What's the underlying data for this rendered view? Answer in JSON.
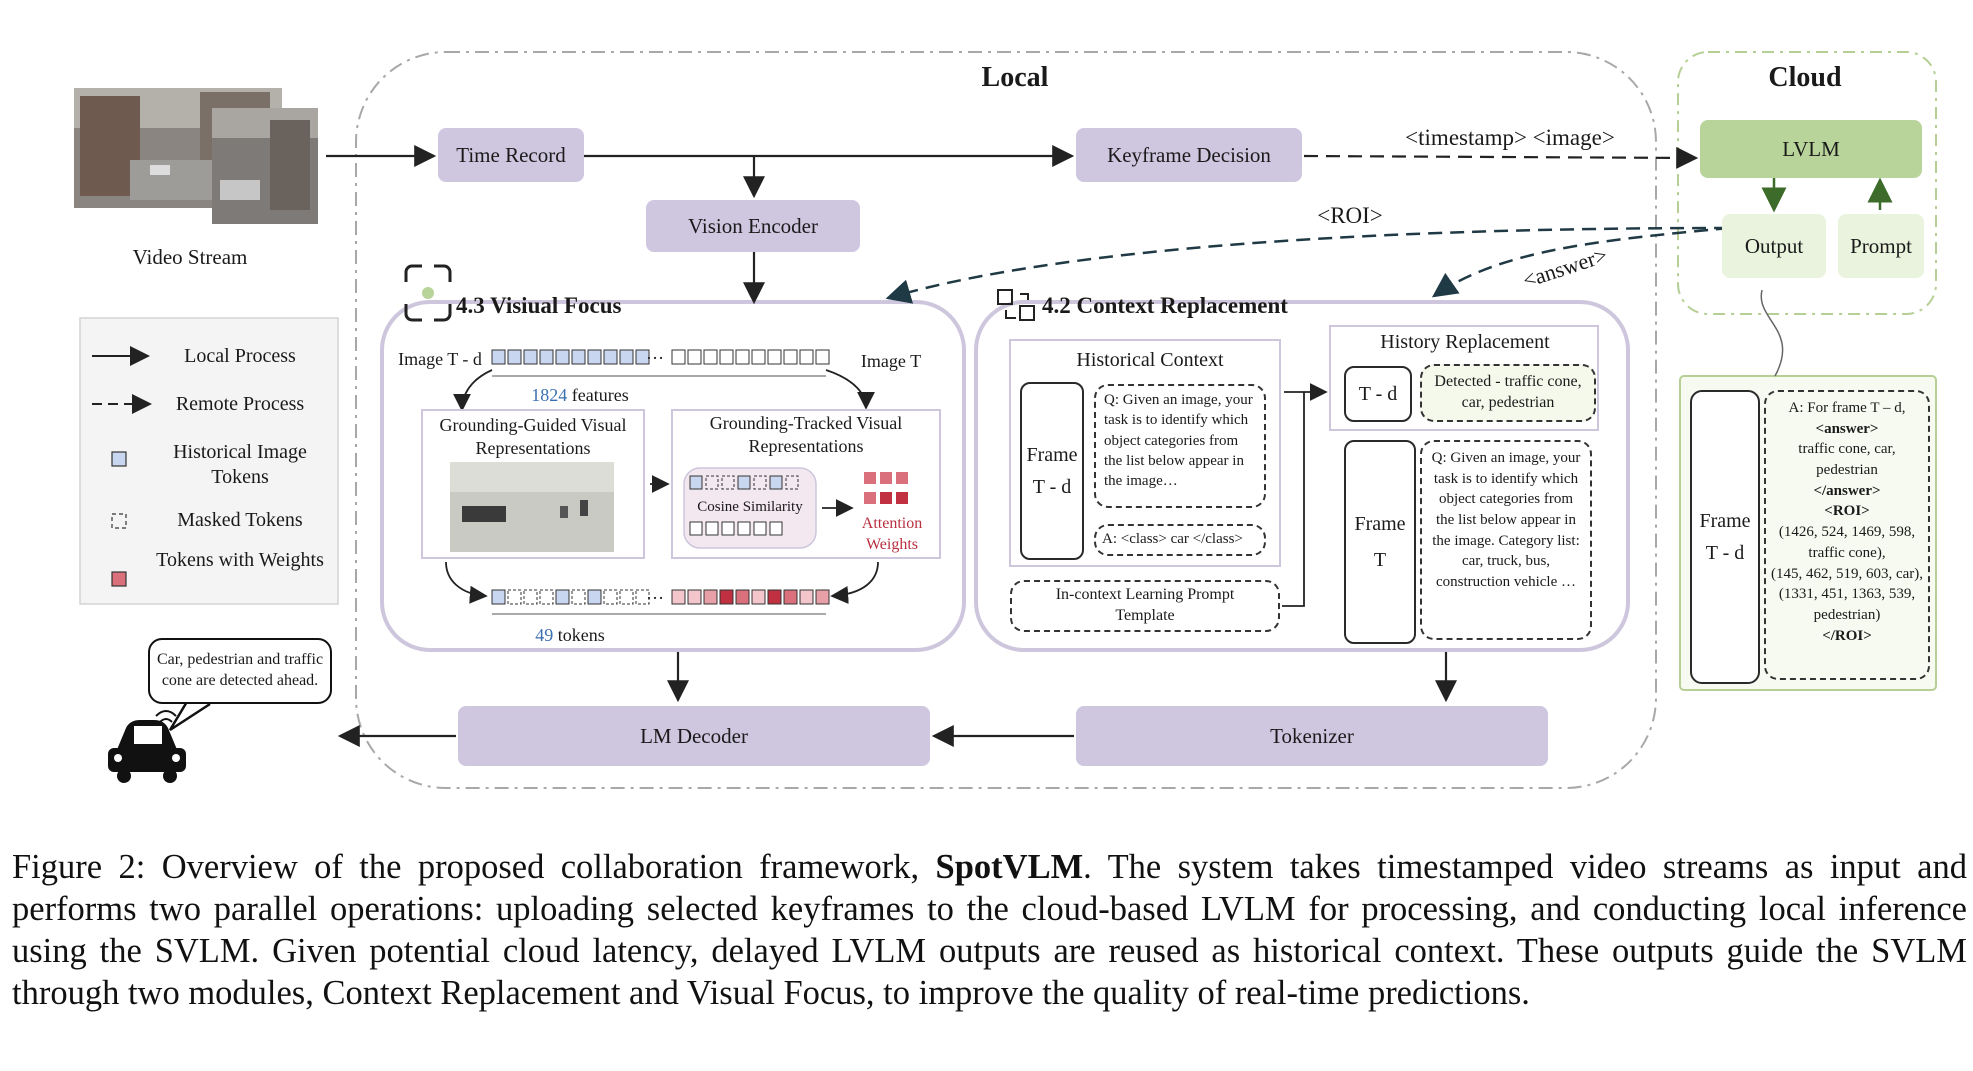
{
  "figure": {
    "local_title": "Local",
    "cloud_title": "Cloud",
    "video_stream_label": "Video Stream",
    "time_record": "Time Record",
    "keyframe_decision": "Keyframe Decision",
    "timestamp_image_label": "<timestamp> <image>",
    "lvlm": "LVLM",
    "output": "Output",
    "prompt": "Prompt",
    "roi_label": "<ROI>",
    "answer_label": "<answer>",
    "vision_encoder": "Vision Encoder",
    "visual_focus_title": "4.3 Visiual Focus",
    "context_replacement_title": "4.2 Context Replacement",
    "image_t_d": "Image T - d",
    "image_t": "Image T",
    "features_count": "1824",
    "features_suffix": " features",
    "grounding_guided": "Grounding-Guided Visual Representations",
    "grounding_tracked": "Grounding-Tracked Visual Representations",
    "cosine_similarity": "Cosine Similarity",
    "attention_weights": "Attention Weights",
    "tokens_count": "49",
    "tokens_suffix": " tokens",
    "historical_context": "Historical Context",
    "frame_t_d": "Frame T - d",
    "frame_t": "Frame T",
    "hist_question": "Q: Given an image, your task is to identify which object categories from the list below appear in the image…",
    "hist_answer": "A: <class> car </class>",
    "icl_template": "In-context Learning Prompt Template",
    "history_replacement": "History Replacement",
    "t_minus_d": "T - d",
    "detected_text": "Detected - traffic cone, car, pedestrian",
    "current_question": "Q: Given an image, your task is to identify which object categories from the list below appear in the image. Category list: car, truck, bus, construction vehicle …",
    "lm_decoder": "LM Decoder",
    "tokenizer": "Tokenizer",
    "speech_bubble": "Car, pedestrian and traffic cone are detected ahead.",
    "legend": {
      "local_process": "Local Process",
      "remote_process": "Remote Process",
      "historical_tokens": "Historical Image Tokens",
      "masked_tokens": "Masked Tokens",
      "weighted_tokens": "Tokens with Weights"
    },
    "cloud_output": {
      "frame": "Frame T - d",
      "line1": "A: For frame T – d,",
      "answer_open": "<answer>",
      "answer_body": "traffic cone, car, pedestrian",
      "answer_close": "</answer>",
      "roi_open": "<ROI>",
      "roi_body1": "(1426, 524, 1469, 598, traffic cone),",
      "roi_body2": "(145, 462, 519, 603, car),",
      "roi_body3": "(1331, 451, 1363, 539, pedestrian)",
      "roi_close": "</ROI>"
    },
    "colors": {
      "module_purple": "#cfc6e0",
      "lvlm_green": "#b8d49a",
      "token_blue": "#c9d6ef",
      "token_red": "#d9707c",
      "accent_blue": "#3a6fb0",
      "accent_red": "#b83040"
    }
  },
  "caption": {
    "prefix": "Figure 2: Overview of the proposed collaboration framework, ",
    "name": "SpotVLM",
    "body": ". The system takes timestamped video streams as input and performs two parallel operations: uploading selected keyframes to the cloud-based LVLM for processing, and conducting local inference using the SVLM. Given potential cloud latency, delayed LVLM outputs are reused as historical context. These outputs guide the SVLM through two modules, Context Replacement and Visual Focus, to improve the quality of real-time predictions."
  }
}
